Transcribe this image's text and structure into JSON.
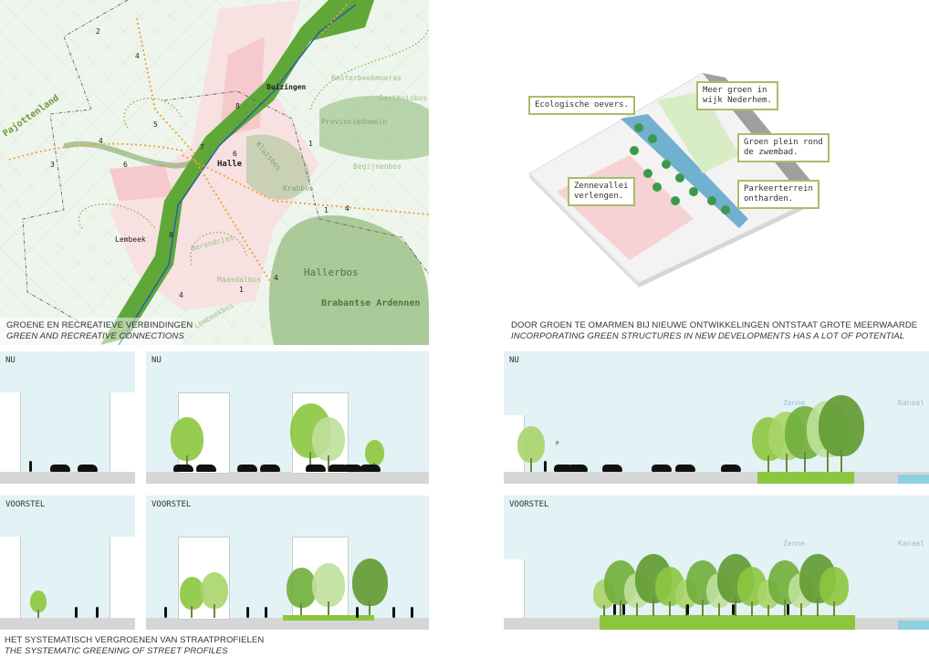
{
  "map": {
    "caption_nl": "GROENE EN RECREATIEVE VERBINDINGEN",
    "caption_en": "GREEN AND RECREATIVE CONNECTIONS",
    "places": [
      "Pajottenland",
      "Buizingen",
      "Halle",
      "Lembeek",
      "Hallerbos",
      "Brabantse Ardennen",
      "Zennevallei",
      "Kesterbeekmoeras",
      "Gasthuisbos",
      "Provinciedomein",
      "Begijnenbos",
      "Krabbos",
      "Kluisbos",
      "Berendries",
      "Maasdalbos",
      "Lembeekbos"
    ],
    "numbers": [
      "1",
      "1",
      "1",
      "2",
      "3",
      "4",
      "4",
      "4",
      "4",
      "4",
      "5",
      "6",
      "6",
      "7",
      "8",
      "8"
    ]
  },
  "iso": {
    "caption_nl": "DOOR GROEN TE OMARMEN BIJ NIEUWE ONTWIKKELINGEN ONTSTAAT GROTE MEERWAARDE",
    "caption_en": "INCORPORATING GREEN STRUCTURES IN NEW DEVELOPMENTS HAS A LOT OF POTENTIAL",
    "callouts": {
      "oevers": "Ecologische oevers.",
      "nederhem": "Meer groen in\nwijk Nederhem.",
      "plein": "Groen plein rond\nde zwembad.",
      "zennevallei": "Zennevallei\nverlengen.",
      "parkeer": "Parkeerterrein\nontharden."
    }
  },
  "sections": {
    "caption_nl": "HET SYSTEMATISCH VERGROENEN VAN STRAATPROFIELEN",
    "caption_en": "THE SYSTEMATIC GREENING OF STREET PROFILES",
    "now_label": "NU",
    "proposal_label": "VOORSTEL",
    "zenne": "Zenne",
    "kanaal": "Kanaal",
    "parking": "P"
  },
  "colors": {
    "sky": "#e3f2f5",
    "ground": "#d6d6d6",
    "green": "#8cc63f",
    "urban": "#f6c9cc",
    "route": "#f0a030"
  }
}
